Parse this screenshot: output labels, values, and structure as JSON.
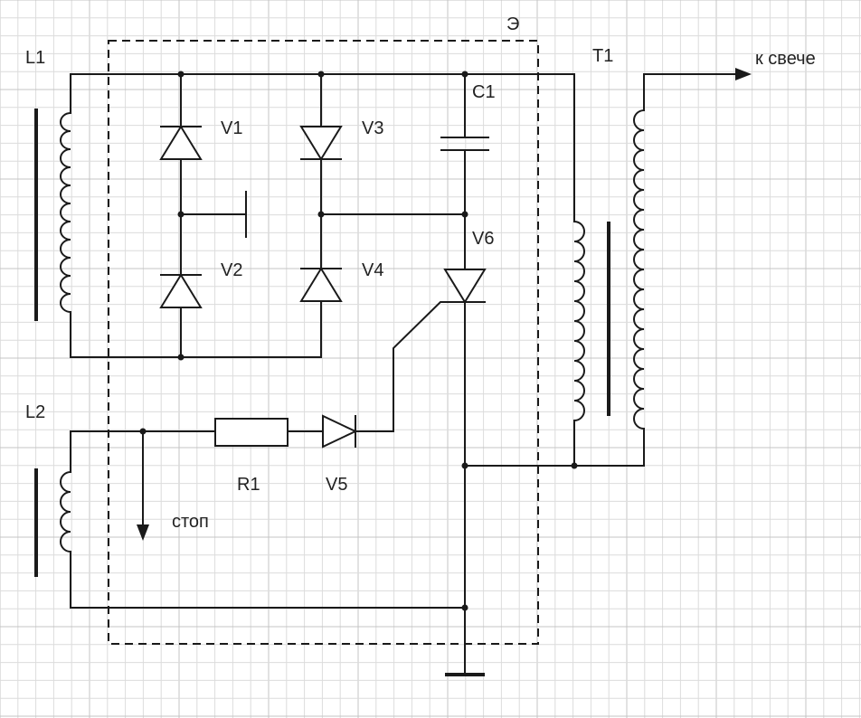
{
  "labels": {
    "L1": "L1",
    "L2": "L2",
    "T1": "T1",
    "C1": "C1",
    "E": "Э",
    "V1": "V1",
    "V2": "V2",
    "V3": "V3",
    "V4": "V4",
    "V5": "V5",
    "V6": "V6",
    "R1": "R1",
    "stop": "стоп",
    "spark": "к свече"
  }
}
